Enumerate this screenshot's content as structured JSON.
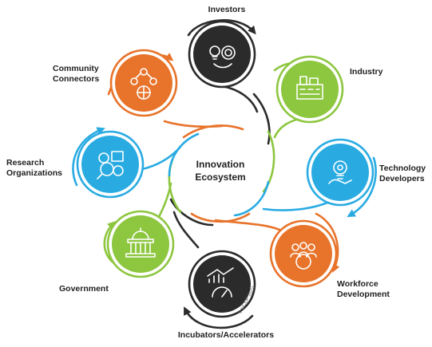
{
  "center": {
    "line1": "Innovation",
    "line2": "Ecosystem"
  },
  "nodes": [
    {
      "key": "investors",
      "label_lines": [
        "Investors"
      ],
      "color": "#2b2b2b",
      "icon": "lightbulb-gear-dollar-icon"
    },
    {
      "key": "industry",
      "label_lines": [
        "Industry"
      ],
      "color": "#8dc63f",
      "icon": "factory-icon"
    },
    {
      "key": "technology-developers",
      "label_lines": [
        "Technology",
        "Developers"
      ],
      "color": "#29abe2",
      "icon": "bulb-gear-hand-icon"
    },
    {
      "key": "workforce-development",
      "label_lines": [
        "Workforce",
        "Development"
      ],
      "color": "#e8732a",
      "icon": "people-gear-icon"
    },
    {
      "key": "incubators-accelerators",
      "label_lines": [
        "Incubators/Accelerators"
      ],
      "color": "#2b2b2b",
      "icon": "growth-chart-gauge-icon"
    },
    {
      "key": "government",
      "label_lines": [
        "Government"
      ],
      "color": "#8dc63f",
      "icon": "capitol-building-icon"
    },
    {
      "key": "research-organizations",
      "label_lines": [
        "Research",
        "Organizations"
      ],
      "color": "#29abe2",
      "icon": "research-gears-magnifier-icon"
    },
    {
      "key": "community-connectors",
      "label_lines": [
        "Community",
        "Connectors"
      ],
      "color": "#e8732a",
      "icon": "people-network-globe-icon"
    }
  ],
  "copyright": "© UCOP 2024"
}
